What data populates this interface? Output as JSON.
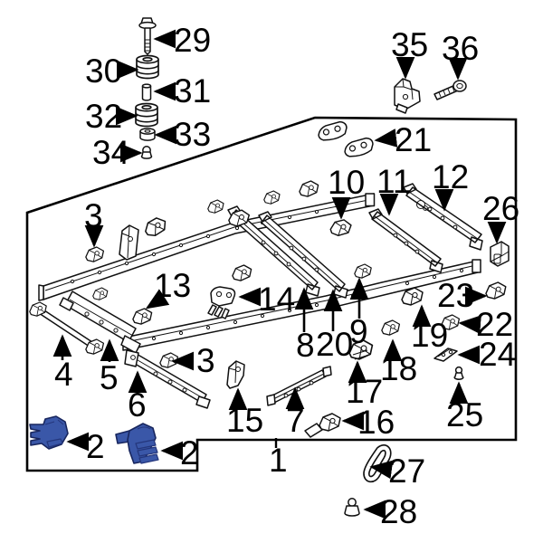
{
  "diagram": {
    "background": "#ffffff",
    "line_color": "#000000",
    "highlight_color": "#3a57a8",
    "highlight_stroke": "#18265e",
    "callouts": {
      "c1": "1",
      "c2_left": "2",
      "c2_right": "2",
      "c3_upper": "3",
      "c3_lower": "3",
      "c4": "4",
      "c5": "5",
      "c6": "6",
      "c7": "7",
      "c8": "8",
      "c9": "9",
      "c10": "10",
      "c11": "11",
      "c12": "12",
      "c13": "13",
      "c14": "14",
      "c15": "15",
      "c16": "16",
      "c17": "17",
      "c18": "18",
      "c19": "19",
      "c20": "20",
      "c21": "21",
      "c22": "22",
      "c23": "23",
      "c24": "24",
      "c25": "25",
      "c26": "26",
      "c27": "27",
      "c28": "28",
      "c29": "29",
      "c30": "30",
      "c31": "31",
      "c32": "32",
      "c33": "33",
      "c34": "34",
      "c35": "35",
      "c36": "36"
    }
  }
}
